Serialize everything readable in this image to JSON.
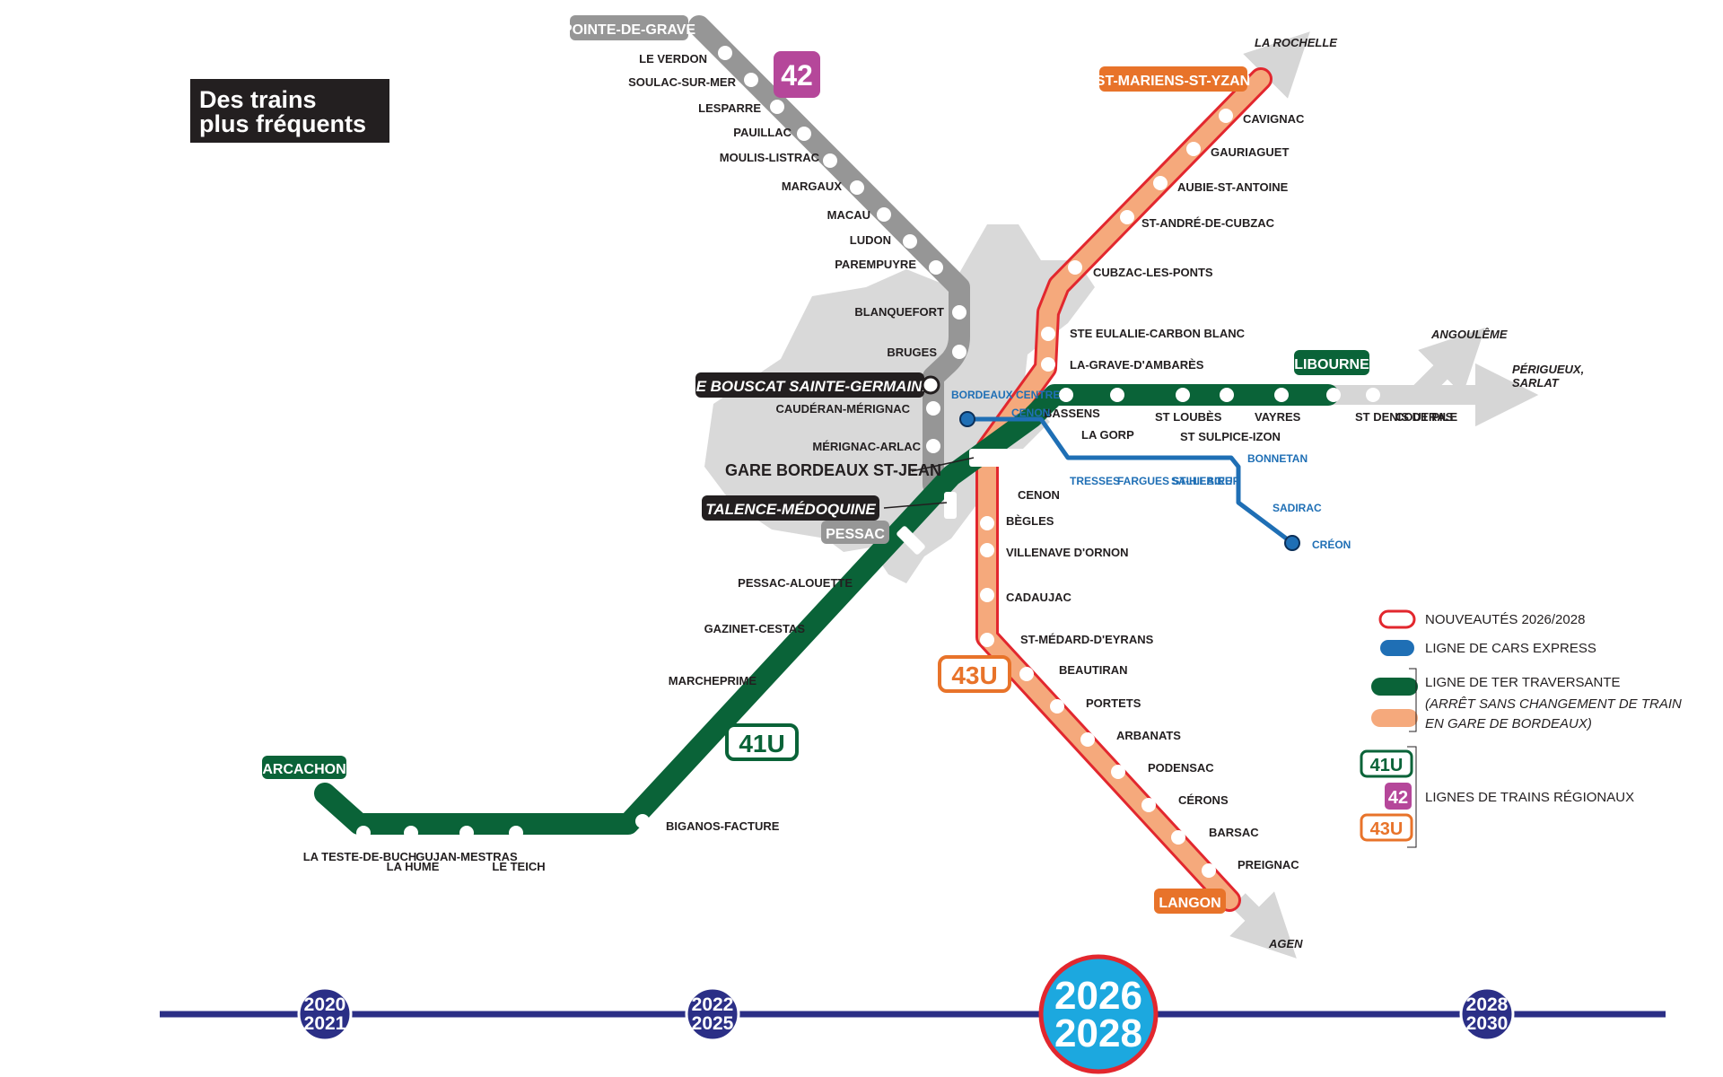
{
  "title": {
    "line1": "Des trains",
    "line2": "plus fréquents"
  },
  "colors": {
    "green": "#0a6338",
    "gray": "#969696",
    "lightgray": "#d6d6d6",
    "orange": "#e8732a",
    "peach": "#f5a97c",
    "red": "#e2272e",
    "blue": "#1f6fb5",
    "purple": "#b5479a",
    "navy": "#2b2f86",
    "cyan": "#1ca8df",
    "black": "#231f20"
  },
  "lines": {
    "l41u": {
      "label": "41U"
    },
    "l42": {
      "label": "42"
    },
    "l43u": {
      "label": "43U"
    }
  },
  "terminals": {
    "pointe": "POINTE-DE-GRAVE",
    "stmariens": "ST-MARIENS-ST-YZAN",
    "libourne": "LIBOURNE",
    "arcachon": "ARCACHON",
    "langon": "LANGON",
    "pessac": "PESSAC",
    "bouscat": "LE BOUSCAT SAINTE-GERMAINE",
    "talence": "TALENCE-MÉDOQUINE",
    "gare": "GARE BORDEAUX ST-JEAN"
  },
  "destinations": {
    "larochelle": "LA ROCHELLE",
    "angouleme": "ANGOULÊME",
    "perigueux": "PÉRIGUEUX,",
    "sarlat": "SARLAT",
    "agen": "AGEN"
  },
  "stations": {
    "l42": [
      "LE VERDON",
      "SOULAC-SUR-MER",
      "LESPARRE",
      "PAUILLAC",
      "MOULIS-LISTRAC",
      "MARGAUX",
      "MACAU",
      "LUDON",
      "PAREMPUYRE",
      "BLANQUEFORT",
      "BRUGES",
      "CAUDÉRAN-MÉRIGNAC",
      "MÉRIGNAC-ARLAC"
    ],
    "north": [
      "CAVIGNAC",
      "GAURIAGUET",
      "AUBIE-ST-ANTOINE",
      "ST-ANDRÉ-DE-CUBZAC",
      "CUBZAC-LES-PONTS",
      "STE EULALIE-CARBON BLANC",
      "LA-GRAVE-D'AMBARÈS"
    ],
    "east": [
      "BASSENS",
      "LA GORP",
      "ST LOUBÈS",
      "ST SULPICE-IZON",
      "VAYRES"
    ],
    "east_ext": [
      "ST DENIS DE PILE",
      "COUTRAS"
    ],
    "south": [
      "CENON",
      "BÈGLES",
      "VILLENAVE D'ORNON",
      "CADAUJAC",
      "ST-MÉDARD-D'EYRANS",
      "BEAUTIRAN",
      "PORTETS",
      "ARBANATS",
      "PODENSAC",
      "CÉRONS",
      "BARSAC",
      "PREIGNAC"
    ],
    "west": [
      "PESSAC-ALOUETTE",
      "GAZINET-CESTAS",
      "MARCHEPRIME",
      "BIGANOS-FACTURE",
      "LA TESTE-DE-BUCH",
      "LA HUME",
      "GUJAN-MESTRAS",
      "LE TEICH"
    ],
    "bus": [
      "BORDEAUX CENTRE",
      "CENON",
      "TRESSES",
      "FARGUES ST-HILAIRE",
      "SALLEBŒUF",
      "BONNETAN",
      "SADIRAC",
      "CRÉON"
    ]
  },
  "legend": {
    "new": "NOUVEAUTÉS 2026/2028",
    "bus": "LIGNE DE CARS EXPRESS",
    "ter": "LIGNE DE TER TRAVERSANTE",
    "ter_note1": "(ARRÊT SANS CHANGEMENT DE TRAIN",
    "ter_note2": "EN GARE DE BORDEAUX)",
    "regional": "LIGNES DE TRAINS RÉGIONAUX",
    "badges": [
      "41U",
      "42",
      "43U"
    ]
  },
  "timeline": {
    "milestones": [
      {
        "line1": "2020",
        "line2": "2021"
      },
      {
        "line1": "2022",
        "line2": "2025"
      },
      {
        "line1": "2026",
        "line2": "2028"
      },
      {
        "line1": "2028",
        "line2": "2030"
      }
    ],
    "current_index": 2
  }
}
